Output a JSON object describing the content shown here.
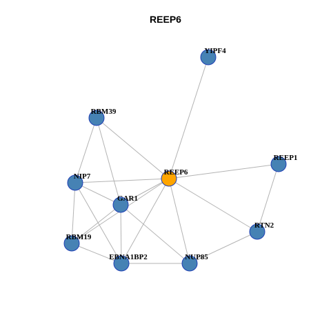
{
  "title": "REEP6",
  "colors": {
    "node_default": "#4682b4",
    "node_stroke": "#1f3fb5",
    "node_center": "#ffa500",
    "edge": "#b3b3b3"
  },
  "nodes": [
    {
      "id": "YIPF4",
      "label": "YIPF4",
      "center": false
    },
    {
      "id": "RBM39",
      "label": "RBM39",
      "center": false
    },
    {
      "id": "REEP1",
      "label": "REEP1",
      "center": false
    },
    {
      "id": "REEP6",
      "label": "REEP6",
      "center": true
    },
    {
      "id": "NIP7",
      "label": "NIP7",
      "center": false
    },
    {
      "id": "GAR1",
      "label": "GAR1",
      "center": false
    },
    {
      "id": "RTN2",
      "label": "RTN2",
      "center": false
    },
    {
      "id": "RBM19",
      "label": "RBM19",
      "center": false
    },
    {
      "id": "EBNA1BP2",
      "label": "EBNA1BP2",
      "center": false
    },
    {
      "id": "NUP85",
      "label": "NUP85",
      "center": false
    }
  ],
  "edges": [
    [
      "YIPF4",
      "REEP6"
    ],
    [
      "RBM39",
      "REEP6"
    ],
    [
      "RBM39",
      "NIP7"
    ],
    [
      "RBM39",
      "GAR1"
    ],
    [
      "REEP1",
      "REEP6"
    ],
    [
      "REEP1",
      "RTN2"
    ],
    [
      "NIP7",
      "REEP6"
    ],
    [
      "NIP7",
      "GAR1"
    ],
    [
      "NIP7",
      "RBM19"
    ],
    [
      "NIP7",
      "EBNA1BP2"
    ],
    [
      "GAR1",
      "REEP6"
    ],
    [
      "GAR1",
      "RBM19"
    ],
    [
      "GAR1",
      "EBNA1BP2"
    ],
    [
      "GAR1",
      "NUP85"
    ],
    [
      "RBM19",
      "REEP6"
    ],
    [
      "RBM19",
      "EBNA1BP2"
    ],
    [
      "EBNA1BP2",
      "REEP6"
    ],
    [
      "EBNA1BP2",
      "NUP85"
    ],
    [
      "NUP85",
      "REEP6"
    ],
    [
      "NUP85",
      "RTN2"
    ],
    [
      "RTN2",
      "REEP6"
    ]
  ]
}
